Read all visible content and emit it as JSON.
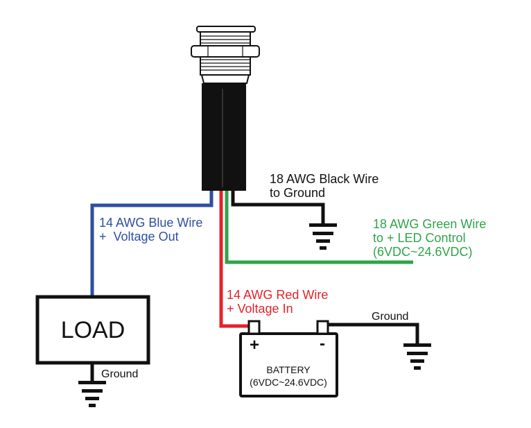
{
  "colors": {
    "black": "#111111",
    "blue": "#2e4ea3",
    "red": "#e3232a",
    "green": "#2ea44a"
  },
  "labels": {
    "black_wire": [
      "18 AWG Black Wire",
      "to Ground"
    ],
    "blue_wire": [
      "14 AWG Blue Wire",
      "+  Voltage Out"
    ],
    "green_wire": [
      "18 AWG Green Wire",
      "to + LED Control",
      "(6VDC~24.6VDC)"
    ],
    "red_wire": [
      "14 AWG Red Wire",
      "+ Voltage In"
    ],
    "load": "LOAD",
    "load_ground": "Ground",
    "battery_ground": "Ground",
    "battery_name": "BATTERY",
    "battery_range": "(6VDC~24.6VDC)",
    "battery_plus": "+",
    "battery_minus": "-"
  },
  "icons": {
    "switch": "push-button-switch-icon",
    "ground": "ground-symbol-icon",
    "battery": "battery-icon"
  }
}
